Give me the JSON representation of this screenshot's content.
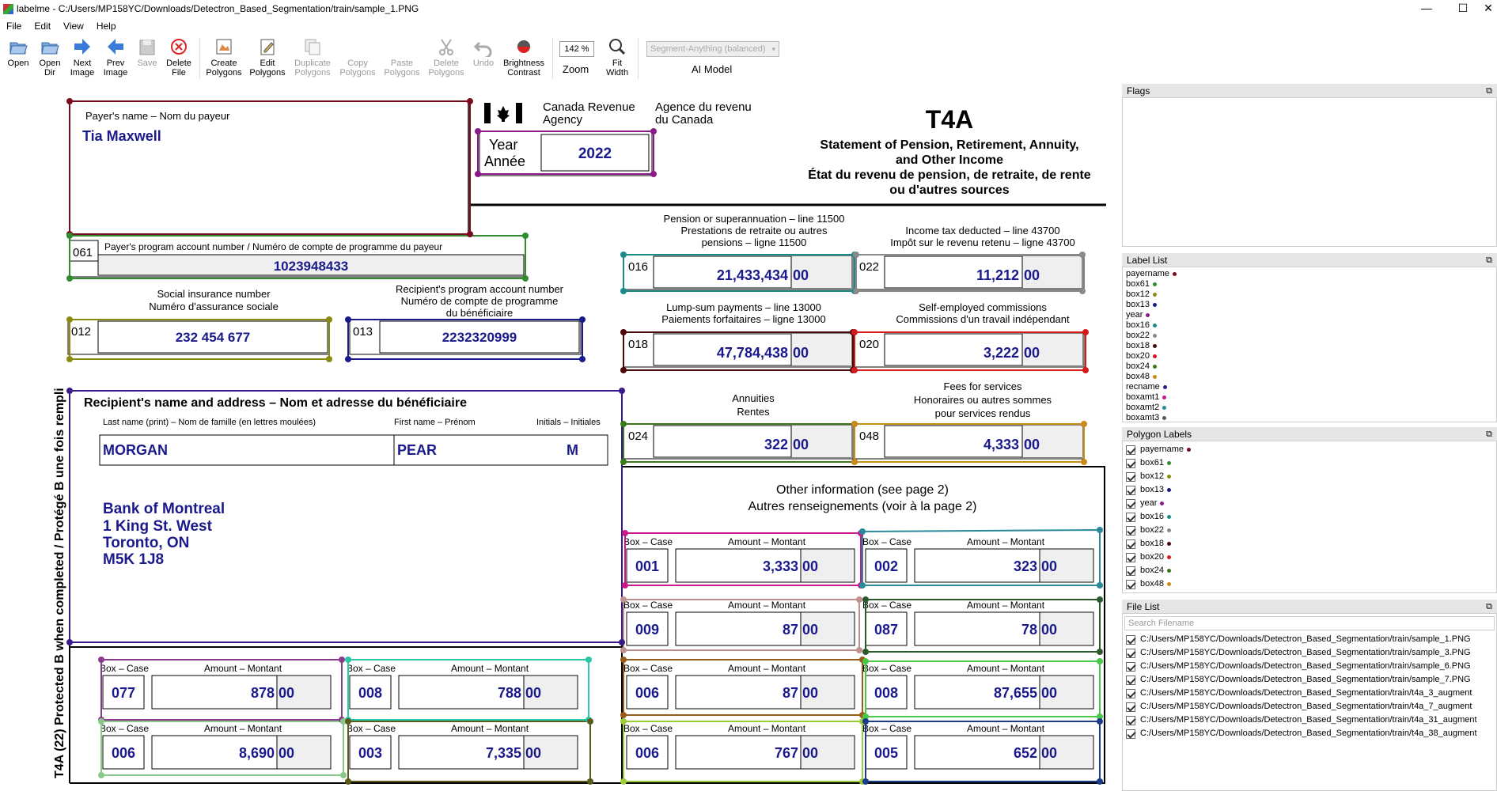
{
  "window": {
    "title": "labelme - C:/Users/MP158YC/Downloads/Detectron_Based_Segmentation/train/sample_1.PNG",
    "minimize": "—",
    "maximize": "☐",
    "close": "✕"
  },
  "menu": [
    "File",
    "Edit",
    "View",
    "Help"
  ],
  "toolbar": {
    "open": "Open",
    "open_dir": [
      "Open",
      "Dir"
    ],
    "next_image": [
      "Next",
      "Image"
    ],
    "prev_image": [
      "Prev",
      "Image"
    ],
    "save": "Save",
    "delete_file": [
      "Delete",
      "File"
    ],
    "create_polygons": [
      "Create",
      "Polygons"
    ],
    "edit_polygons": [
      "Edit",
      "Polygons"
    ],
    "duplicate_polygons": [
      "Duplicate",
      "Polygons"
    ],
    "copy_polygons": [
      "Copy",
      "Polygons"
    ],
    "paste_polygons": [
      "Paste",
      "Polygons"
    ],
    "delete_polygons": [
      "Delete",
      "Polygons"
    ],
    "undo": "Undo",
    "brightness_contrast": [
      "Brightness",
      "Contrast"
    ],
    "zoom_value": "142 %",
    "zoom_label": "Zoom",
    "fit_width": [
      "Fit",
      "Width"
    ],
    "ai_model_value": "Segment-Anything (balanced)",
    "ai_model_label": "AI Model"
  },
  "form": {
    "payer_name_label": "Payer's name – Nom du payeur",
    "payer_name": "Tia Maxwell",
    "agency_en": [
      "Canada Revenue",
      "Agency"
    ],
    "agency_fr": [
      "Agence du revenu",
      "du Canada"
    ],
    "year_label": [
      "Year",
      "Année"
    ],
    "year": "2022",
    "form_code": "T4A",
    "form_title": [
      "Statement of Pension, Retirement, Annuity,",
      "and Other Income",
      "État du revenu de pension, de retraite, de rente",
      "ou d'autres sources"
    ],
    "box061": "061",
    "box061_label": "Payer's program account number /  Numéro de compte de programme du payeur",
    "payer_account": "1023948433",
    "sin_label": [
      "Social insurance number",
      "Numéro d'assurance sociale"
    ],
    "box012": "012",
    "sin": "232 454 677",
    "recip_prog_label": [
      "Recipient's program account number",
      "Numéro de compte de programme",
      "du bénéficiaire"
    ],
    "box013": "013",
    "recip_account": "2232320999",
    "pension_label": [
      "Pension or superannuation – line 11500",
      "Prestations de retraite ou autres",
      "pensions – ligne 11500"
    ],
    "box016": "016",
    "pension_amt": "21,433,434",
    "cents00": "00",
    "tax_label": [
      "Income tax deducted – line 43700",
      "Impôt sur le revenu retenu – ligne 43700"
    ],
    "box022": "022",
    "tax_amt": "11,212",
    "lump_label": [
      "Lump-sum payments – line 13000",
      "Paiements forfaitaires – ligne 13000"
    ],
    "box018": "018",
    "lump_amt": "47,784,438",
    "selfemp_label": [
      "Self-employed commissions",
      "Commissions d'un travail indépendant"
    ],
    "box020": "020",
    "selfemp_amt": "3,222",
    "annuities_label": [
      "Annuities",
      "Rentes"
    ],
    "box024": "024",
    "annuities_amt": "322",
    "fees_label": [
      "Fees for services",
      "Honoraires ou autres sommes",
      "pour services rendus"
    ],
    "box048": "048",
    "fees_amt": "4,333",
    "recip_label": "Recipient's name and address – Nom et adresse du bénéficiaire",
    "lastname_label": "Last name (print) – Nom de famille (en lettres moulées)",
    "firstname_label": "First name – Prénom",
    "initials_label": "Initials – Initiales",
    "last_name": "MORGAN",
    "first_name": "PEAR",
    "initial": "M",
    "address": [
      "Bank of Montreal",
      "1 King St. West",
      "Toronto, ON",
      "M5K 1J8"
    ],
    "side_text": "T4A (22) Protected B when completed / Protégé B une fois rempli",
    "other_info": [
      "Other information (see page 2)",
      "Autres renseignements (voir à la page 2)"
    ],
    "box_case_label": "Box – Case",
    "amount_label": "Amount – Montant",
    "other_boxes": [
      {
        "code": "001",
        "amt": "3,333",
        "c": "00"
      },
      {
        "code": "002",
        "amt": "323",
        "c": "00"
      },
      {
        "code": "009",
        "amt": "87",
        "c": "00"
      },
      {
        "code": "087",
        "amt": "78",
        "c": "00"
      },
      {
        "code": "006",
        "amt": "87",
        "c": "00"
      },
      {
        "code": "008",
        "amt": "87,655",
        "c": "00"
      },
      {
        "code": "006",
        "amt": "767",
        "c": "00"
      },
      {
        "code": "005",
        "amt": "652",
        "c": "00"
      },
      {
        "code": "077",
        "amt": "878",
        "c": "00"
      },
      {
        "code": "008",
        "amt": "788",
        "c": "00"
      },
      {
        "code": "006",
        "amt": "8,690",
        "c": "00"
      },
      {
        "code": "003",
        "amt": "7,335",
        "c": "00"
      }
    ]
  },
  "flags_panel": {
    "title": "Flags"
  },
  "label_list_panel": {
    "title": "Label List",
    "items": [
      {
        "name": "payername",
        "color": "#7a0a1e"
      },
      {
        "name": "box61",
        "color": "#2e8b2e"
      },
      {
        "name": "box12",
        "color": "#8a8a10"
      },
      {
        "name": "box13",
        "color": "#1a1a8a"
      },
      {
        "name": "year",
        "color": "#8a1a8a"
      },
      {
        "name": "box16",
        "color": "#1a8a8a"
      },
      {
        "name": "box22",
        "color": "#8a8a8a"
      },
      {
        "name": "box18",
        "color": "#4a0a0a"
      },
      {
        "name": "box20",
        "color": "#d41a1a"
      },
      {
        "name": "box24",
        "color": "#3a7a1a"
      },
      {
        "name": "box48",
        "color": "#c88a1a"
      },
      {
        "name": "recname",
        "color": "#3a1a8a"
      },
      {
        "name": "boxamt1",
        "color": "#c81a8a"
      },
      {
        "name": "boxamt2",
        "color": "#2a8a9a"
      },
      {
        "name": "boxamt3",
        "color": "#5a5a5a"
      }
    ]
  },
  "polygon_labels_panel": {
    "title": "Polygon Labels",
    "items": [
      {
        "name": "payername",
        "color": "#7a0a1e"
      },
      {
        "name": "box61",
        "color": "#2e8b2e"
      },
      {
        "name": "box12",
        "color": "#8a8a10"
      },
      {
        "name": "box13",
        "color": "#1a1a8a"
      },
      {
        "name": "year",
        "color": "#8a1a8a"
      },
      {
        "name": "box16",
        "color": "#1a8a8a"
      },
      {
        "name": "box22",
        "color": "#8a8a8a"
      },
      {
        "name": "box18",
        "color": "#4a0a0a"
      },
      {
        "name": "box20",
        "color": "#d41a1a"
      },
      {
        "name": "box24",
        "color": "#3a7a1a"
      },
      {
        "name": "box48",
        "color": "#c88a1a"
      }
    ]
  },
  "file_list_panel": {
    "title": "File List",
    "search_placeholder": "Search Filename",
    "files": [
      "C:/Users/MP158YC/Downloads/Detectron_Based_Segmentation/train/sample_1.PNG",
      "C:/Users/MP158YC/Downloads/Detectron_Based_Segmentation/train/sample_3.PNG",
      "C:/Users/MP158YC/Downloads/Detectron_Based_Segmentation/train/sample_6.PNG",
      "C:/Users/MP158YC/Downloads/Detectron_Based_Segmentation/train/sample_7.PNG",
      "C:/Users/MP158YC/Downloads/Detectron_Based_Segmentation/train/t4a_3_augment",
      "C:/Users/MP158YC/Downloads/Detectron_Based_Segmentation/train/t4a_7_augment",
      "C:/Users/MP158YC/Downloads/Detectron_Based_Segmentation/train/t4a_31_augment",
      "C:/Users/MP158YC/Downloads/Detectron_Based_Segmentation/train/t4a_38_augment"
    ]
  },
  "colors": {
    "ink_blue": "#1a1a8c",
    "gray_fill": "#efefef"
  }
}
